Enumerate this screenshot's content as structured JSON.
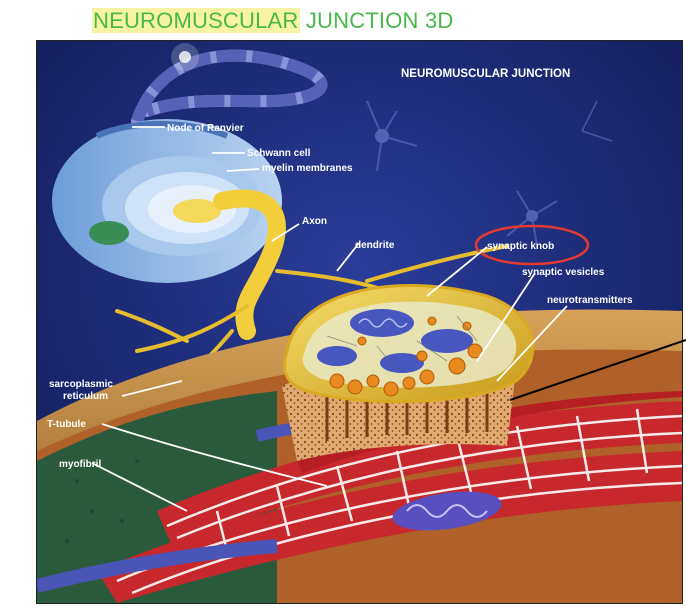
{
  "slide": {
    "title_highlight": "NEUROMUSCULAR",
    "title_rest": " JUNCTION 3D"
  },
  "diagram": {
    "heading": "NEUROMUSCULAR JUNCTION",
    "labels": {
      "node_of_ranvier": "Node of Ranvier",
      "schwann_cell_1": "Schwann cell",
      "schwann_cell_2": "myelin membranes",
      "axon": "Axon",
      "dendrite": "dendrite",
      "synaptic_knob": "synaptic knob",
      "synaptic_vesicles": "synaptic vesicles",
      "neurotransmitters": "neurotransmitters",
      "sarcoplasmic_1": "sarcoplasmic",
      "sarcoplasmic_2": "reticulum",
      "t_tubule": "T-tubule",
      "myofibril": "myofibril"
    },
    "colors": {
      "background": "#1b2a78",
      "nerve": "#f2cf3a",
      "muscle": "#c7282b",
      "highlight_circle": "#e23a2e",
      "title": "#46b94a"
    }
  }
}
